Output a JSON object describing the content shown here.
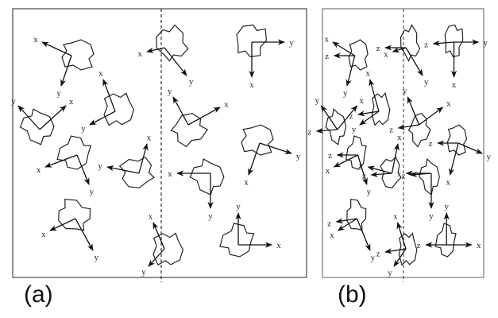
{
  "figure": {
    "panels": [
      {
        "label": "(a)",
        "description_axes": [
          "x",
          "y"
        ]
      },
      {
        "label": "(b)",
        "description_axes": [
          "x",
          "y",
          "z"
        ]
      }
    ],
    "axis_labels": {
      "x": "x",
      "y": "y",
      "z": "z"
    },
    "colors": {
      "stroke": "#222222",
      "frame": "#555555"
    }
  }
}
